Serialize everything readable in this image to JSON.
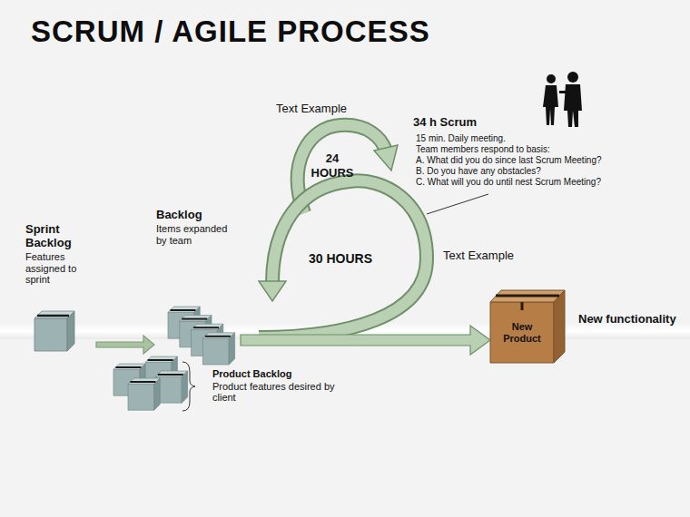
{
  "diagram": {
    "title": "SCRUM / AGILE PROCESS",
    "nodes": [
      {
        "text": [
          "Sprint Backlog",
          "Features assigned to sprint"
        ]
      },
      {
        "text": [
          "Backlog",
          "Items expanded by team"
        ]
      },
      {
        "text": [
          "Product Backlog",
          "Product features desired by client"
        ]
      },
      {
        "text": [
          "New Product",
          "New functionality"
        ]
      }
    ],
    "edges": [
      {
        "from": 0,
        "to": 1,
        "arrow": "to"
      },
      {
        "from": 1,
        "to": 3,
        "arrow": "to"
      }
    ],
    "labels": [
      "Text Example",
      "24 HOURS",
      "34 h Scrum",
      "15 min. Daily meeting.",
      "Team members respond to basis:",
      "A. What did you do since last Scrum Meeting?",
      "B. Do you have any obstacles?",
      "C. What will you do until nest Scrum Meeting?",
      "30 HOURS",
      "Text Example"
    ]
  }
}
